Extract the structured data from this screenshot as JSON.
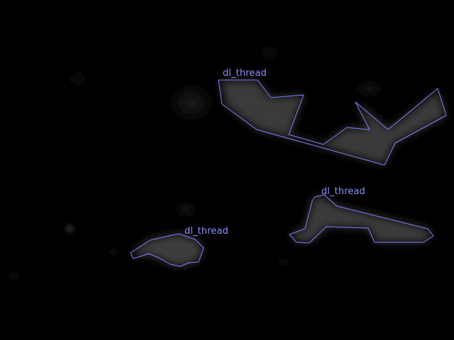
{
  "scene": {
    "background_color": "#000000",
    "annotation_color": "#7b82ff",
    "label_color": "#8e92ff"
  },
  "annotations": [
    {
      "label": "dl_thread"
    },
    {
      "label": "dl_thread"
    },
    {
      "label": "dl_thread"
    }
  ]
}
